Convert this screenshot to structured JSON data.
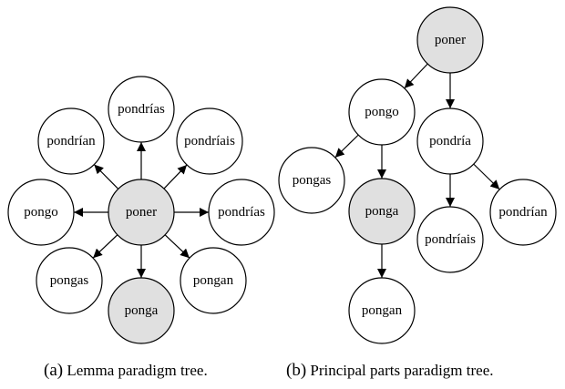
{
  "colors": {
    "highlight_fill": "#e0e0e0",
    "plain_fill": "#ffffff",
    "stroke": "#000000"
  },
  "captions": {
    "a": {
      "tag": "(a)",
      "text": "Lemma paradigm tree."
    },
    "b": {
      "tag": "(b)",
      "text": "Principal parts paradigm tree."
    }
  },
  "trees": [
    {
      "id": "lemma",
      "nodes": [
        {
          "id": "a-poner",
          "label": "poner",
          "highlight": true
        },
        {
          "id": "a-pondrias-top",
          "label": "pondrías",
          "highlight": false
        },
        {
          "id": "a-pondriais",
          "label": "pondríais",
          "highlight": false
        },
        {
          "id": "a-pondrias-right",
          "label": "pondrías",
          "highlight": false
        },
        {
          "id": "a-pongan",
          "label": "pongan",
          "highlight": false
        },
        {
          "id": "a-ponga",
          "label": "ponga",
          "highlight": true
        },
        {
          "id": "a-pongas",
          "label": "pongas",
          "highlight": false
        },
        {
          "id": "a-pongo",
          "label": "pongo",
          "highlight": false
        },
        {
          "id": "a-pondrian",
          "label": "pondrían",
          "highlight": false
        }
      ],
      "edges": [
        [
          "a-poner",
          "a-pondrias-top"
        ],
        [
          "a-poner",
          "a-pondriais"
        ],
        [
          "a-poner",
          "a-pondrias-right"
        ],
        [
          "a-poner",
          "a-pongan"
        ],
        [
          "a-poner",
          "a-ponga"
        ],
        [
          "a-poner",
          "a-pongas"
        ],
        [
          "a-poner",
          "a-pongo"
        ],
        [
          "a-poner",
          "a-pondrian"
        ]
      ]
    },
    {
      "id": "principal",
      "nodes": [
        {
          "id": "b-poner",
          "label": "poner",
          "highlight": true
        },
        {
          "id": "b-pongo",
          "label": "pongo",
          "highlight": false
        },
        {
          "id": "b-pondria",
          "label": "pondría",
          "highlight": false
        },
        {
          "id": "b-pongas",
          "label": "pongas",
          "highlight": false
        },
        {
          "id": "b-ponga",
          "label": "ponga",
          "highlight": true
        },
        {
          "id": "b-pondriais",
          "label": "pondríais",
          "highlight": false
        },
        {
          "id": "b-pondrian",
          "label": "pondrían",
          "highlight": false
        },
        {
          "id": "b-pongan",
          "label": "pongan",
          "highlight": false
        }
      ],
      "edges": [
        [
          "b-poner",
          "b-pongo"
        ],
        [
          "b-poner",
          "b-pondria"
        ],
        [
          "b-pongo",
          "b-pongas"
        ],
        [
          "b-pongo",
          "b-ponga"
        ],
        [
          "b-ponga",
          "b-pongan"
        ],
        [
          "b-pondria",
          "b-pondriais"
        ],
        [
          "b-pondria",
          "b-pondrian"
        ]
      ]
    }
  ]
}
